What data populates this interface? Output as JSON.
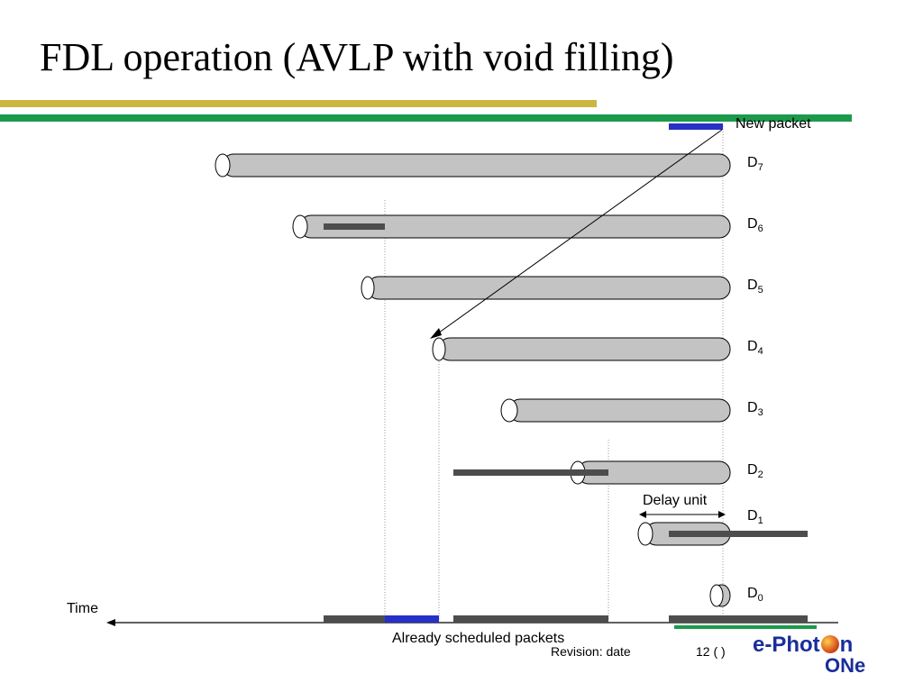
{
  "title": "FDL operation (AVLP with void filling)",
  "colors": {
    "olive_bar": "#ccb641",
    "green_bar": "#1c9a4c",
    "fiber_fill": "#c3c3c3",
    "packet_dark": "#4d4d4d",
    "packet_blue": "#2730c8",
    "time_arrow": "#000000"
  },
  "labels": {
    "new_packet": "New packet",
    "delay_unit": "Delay unit",
    "time": "Time",
    "already_scheduled": "Already scheduled packets"
  },
  "delay_lines": [
    {
      "base": "D",
      "sub": "7"
    },
    {
      "base": "D",
      "sub": "6"
    },
    {
      "base": "D",
      "sub": "5"
    },
    {
      "base": "D",
      "sub": "4"
    },
    {
      "base": "D",
      "sub": "3"
    },
    {
      "base": "D",
      "sub": "2"
    },
    {
      "base": "D",
      "sub": "1"
    },
    {
      "base": "D",
      "sub": "0"
    }
  ],
  "footer": {
    "revision": "Revision: date",
    "page": "12 (   )",
    "logo_line1_a": "e-Phot",
    "logo_line1_b": "n",
    "logo_line2": "ONe"
  }
}
